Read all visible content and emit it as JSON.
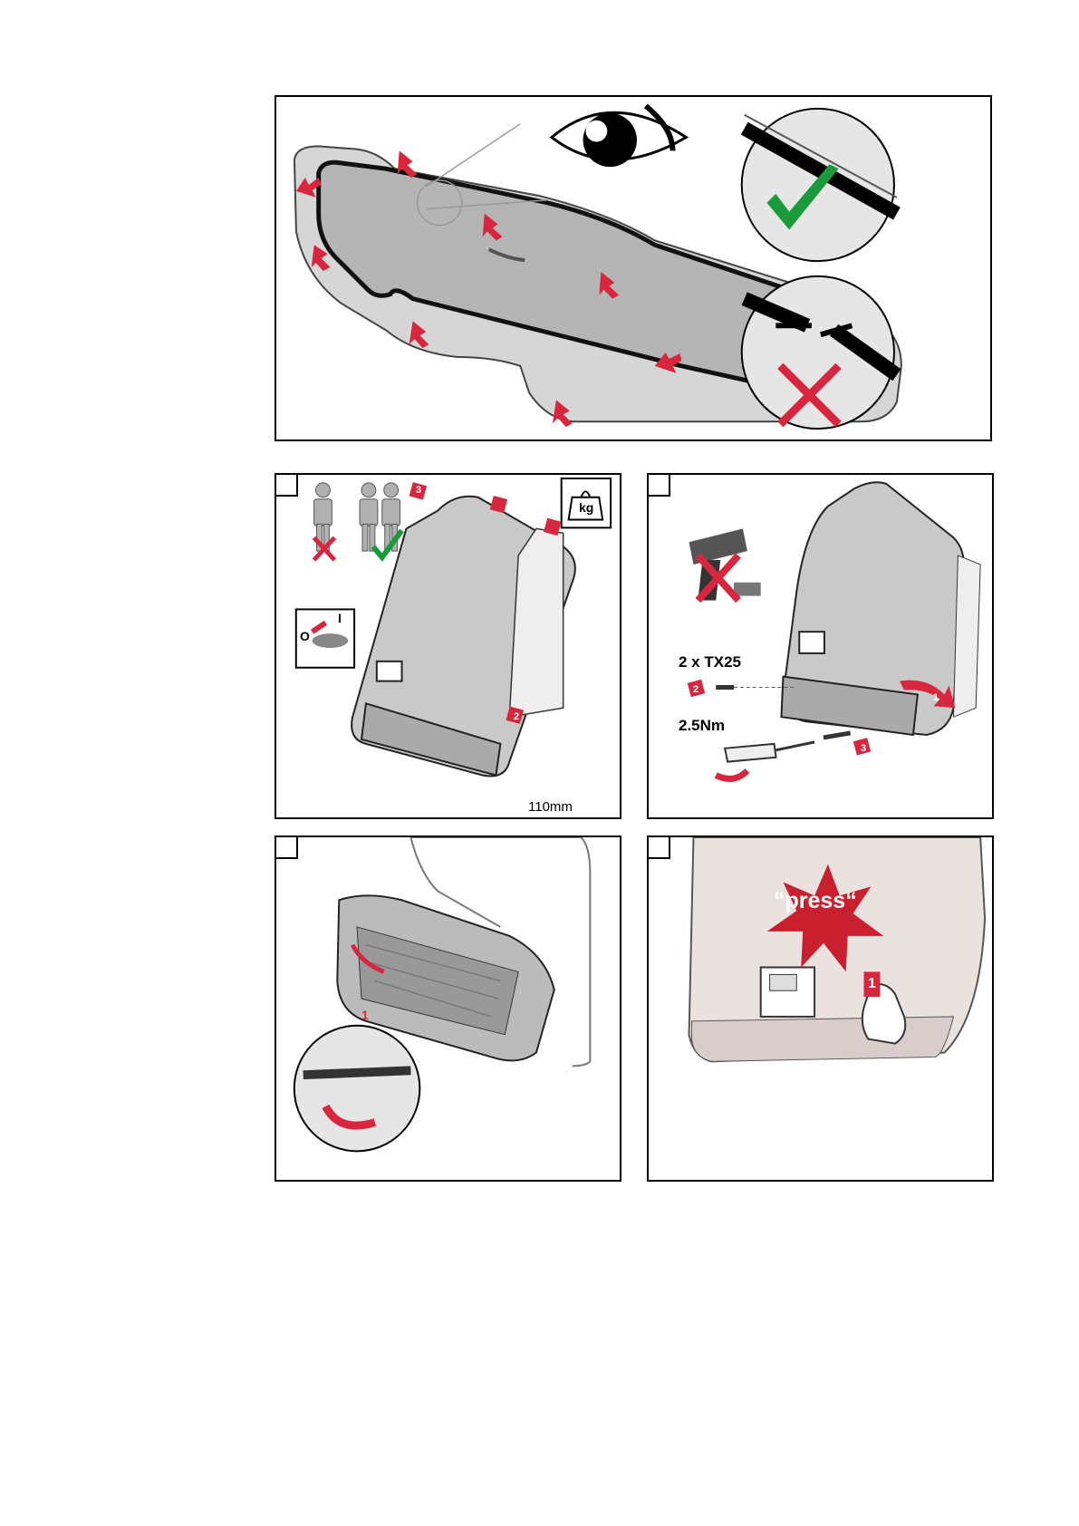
{
  "panels": {
    "top": {
      "name": "seal-inspection"
    },
    "step1": {
      "kg_label": "kg",
      "switch_off_label": "O",
      "switch_on_label": "I",
      "gap_label": "110mm",
      "arrow_3": "3",
      "arrow_2": "2"
    },
    "step2": {
      "screws_label": "2 x TX25",
      "torque_label": "2.5Nm",
      "arrow_1": "1",
      "arrow_2": "2",
      "arrow_3": "3"
    },
    "step3": {
      "arrow_1": "1"
    },
    "step4": {
      "press_label": "“press“",
      "arrow_1": "1"
    }
  },
  "colors": {
    "accent_red": "#d7263d",
    "check_green": "#1a9a3a",
    "body_gray": "#c9c9c9",
    "outline": "#000000"
  }
}
